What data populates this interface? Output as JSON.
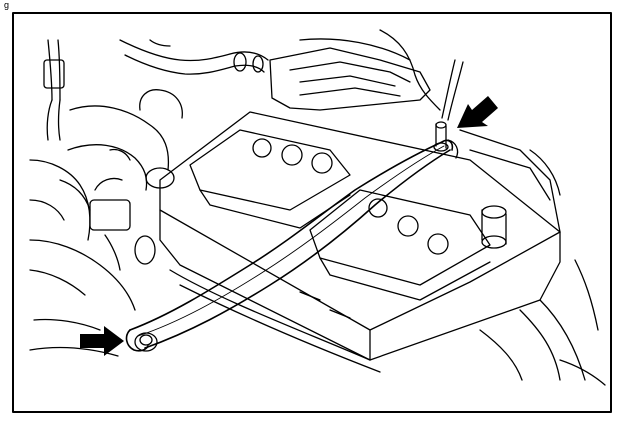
{
  "figure": {
    "number": "g"
  },
  "colors": {
    "ink": "#000000",
    "paper": "#ffffff"
  },
  "icons": {
    "upper_arrow": "arrow-pointing-down-left",
    "lower_arrow": "arrow-pointing-right"
  }
}
